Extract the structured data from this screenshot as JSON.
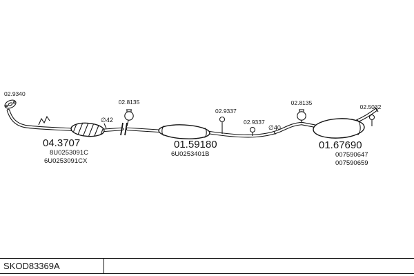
{
  "drawing": {
    "code": "SKOD83369A"
  },
  "callouts": {
    "front_flange": "02.9340",
    "front_clamp": "02.8135",
    "mid_hanger_1": "02.9337",
    "mid_hanger_2": "02.9337",
    "rear_clamp": "02.8135",
    "rear_hanger": "02.5032"
  },
  "dimensions": {
    "front_pipe_diameter": "∅42",
    "rear_pipe_diameter": "∅40"
  },
  "parts": {
    "catalyst": {
      "number": "04.3707",
      "ref1": "8U0253091C",
      "ref2": "6U0253091CX"
    },
    "mid_silencer": {
      "number": "01.59180",
      "ref1": "6U0253401B"
    },
    "rear_silencer": {
      "number": "01.67690",
      "ref1": "007590647",
      "ref2": "007590659"
    }
  }
}
